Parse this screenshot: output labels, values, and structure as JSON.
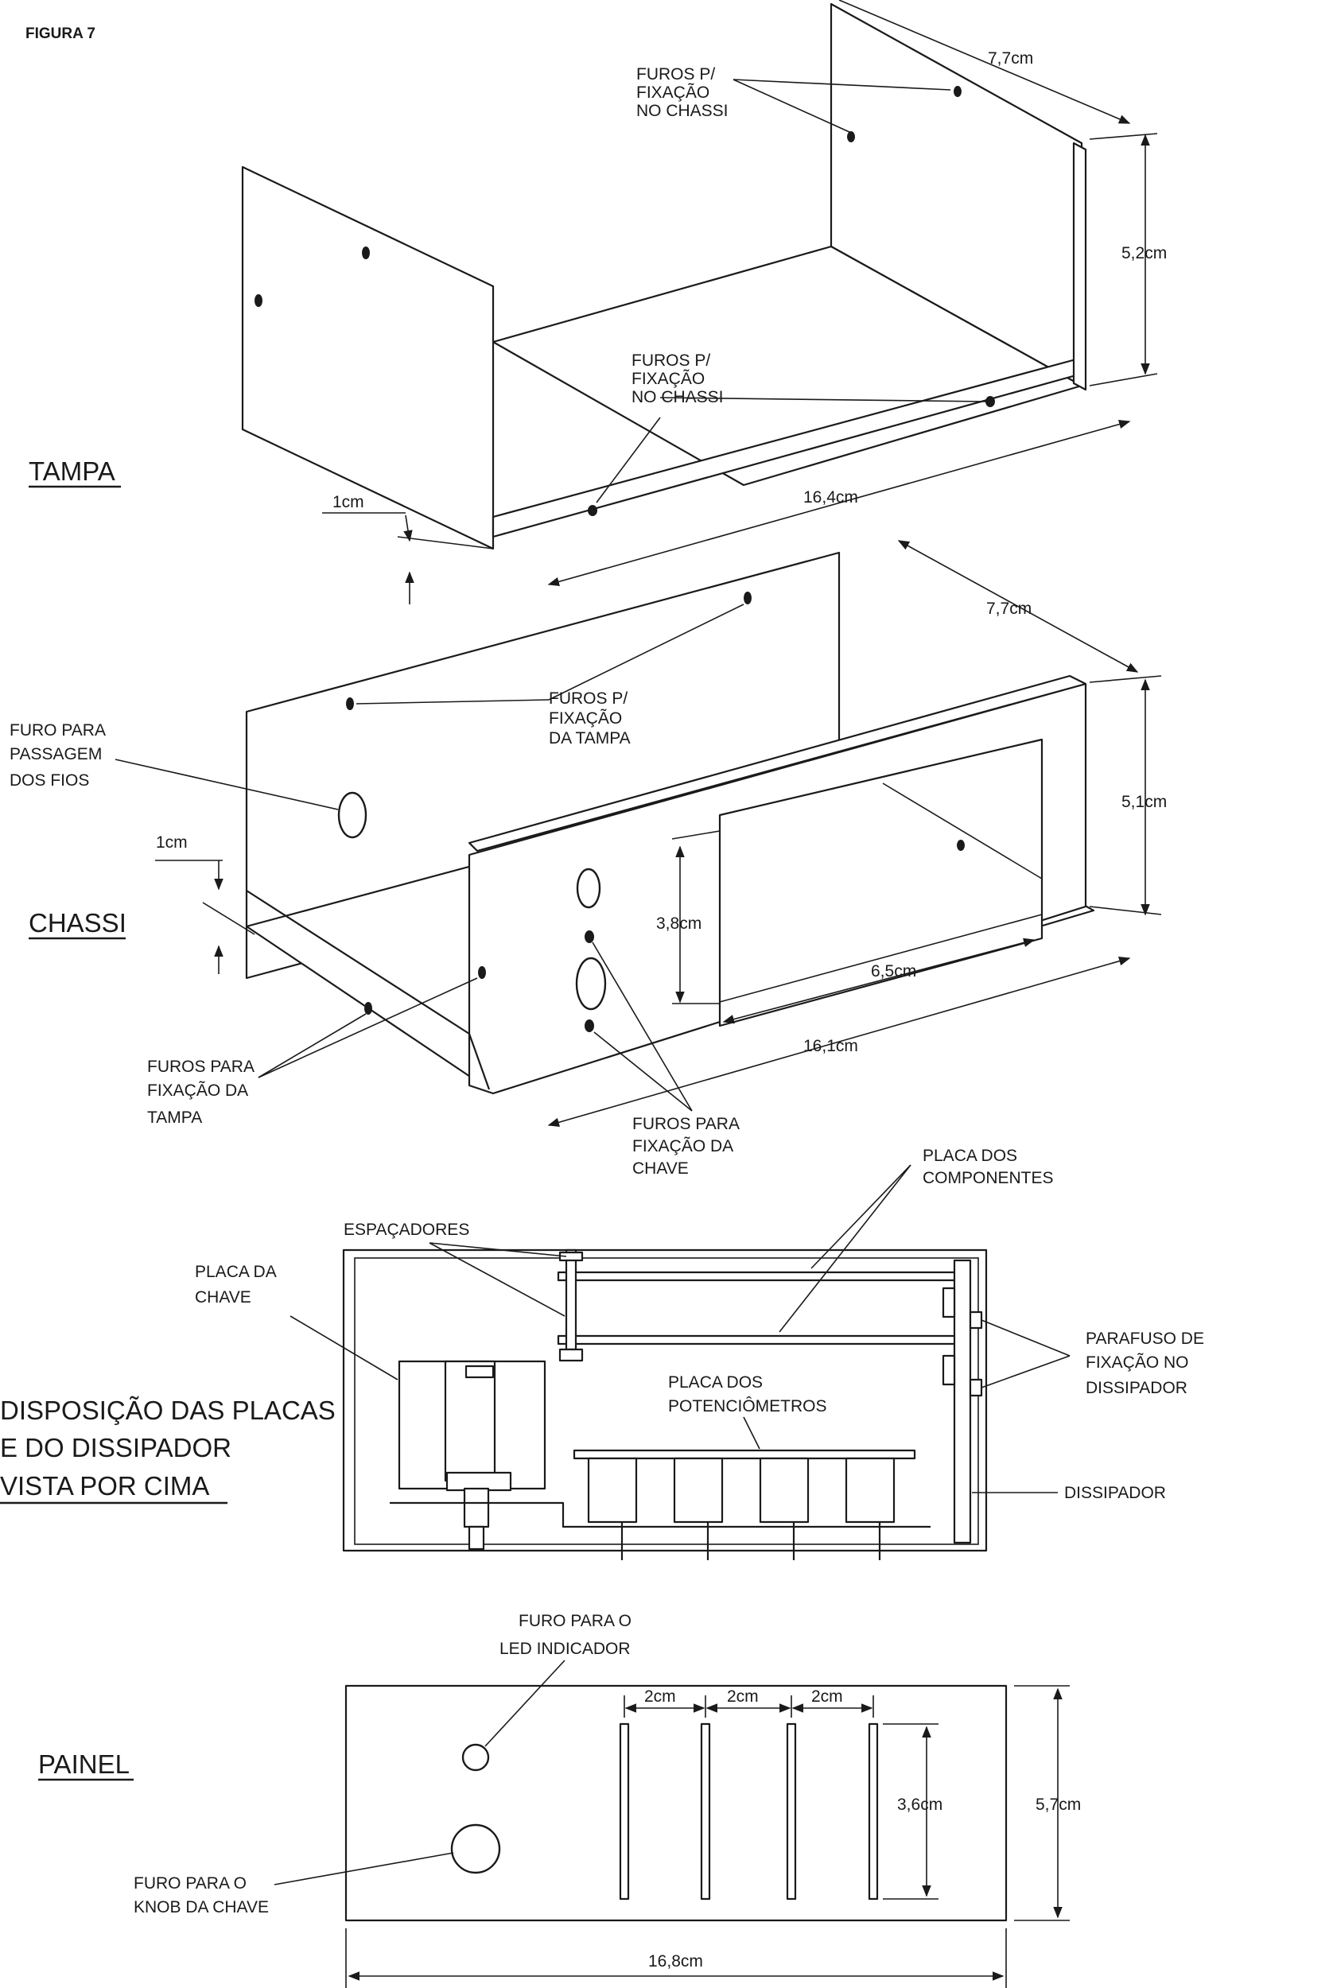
{
  "figure_label": "FIGURA 7",
  "tampa": {
    "title": "TAMPA",
    "dim_depth": "7,7cm",
    "dim_height": "5,2cm",
    "dim_width": "16,4cm",
    "dim_flange": "1cm",
    "holes_top": [
      "FUROS P/",
      "FIXAÇÃO",
      "NO CHASSI"
    ],
    "holes_bottom": [
      "FUROS P/",
      "FIXAÇÃO",
      "NO CHASSI"
    ]
  },
  "chassi": {
    "title": "CHASSI",
    "dim_depth": "7,7cm",
    "dim_height": "5,1cm",
    "dim_width": "16,1cm",
    "dim_flange": "1cm",
    "dim_window_h": "3,8cm",
    "dim_window_w": "6,5cm",
    "holes_tampa_top": [
      "FUROS P/",
      "FIXAÇÃO",
      "DA TAMPA"
    ],
    "wire_hole": [
      "FURO PARA",
      "PASSAGEM",
      "DOS FIOS"
    ],
    "holes_tampa_bottom": [
      "FUROS PARA",
      "FIXAÇÃO DA",
      "TAMPA"
    ],
    "holes_chave": [
      "FUROS PARA",
      "FIXAÇÃO DA",
      "CHAVE"
    ]
  },
  "disposicao": {
    "title": [
      "DISPOSIÇÃO DAS PLACAS",
      "E DO DISSIPADOR",
      "VISTA POR CIMA"
    ],
    "placa_componentes": [
      "PLACA DOS",
      "COMPONENTES"
    ],
    "espacadores": "ESPAÇADORES",
    "placa_chave": [
      "PLACA DA",
      "CHAVE"
    ],
    "placa_potenciometros": [
      "PLACA DOS",
      "POTENCIÔMETROS"
    ],
    "parafuso": [
      "PARAFUSO DE",
      "FIXAÇÃO NO",
      "DISSIPADOR"
    ],
    "dissipador": "DISSIPADOR"
  },
  "painel": {
    "title": "PAINEL",
    "led_hole": [
      "FURO PARA O",
      "LED INDICADOR"
    ],
    "knob_hole": [
      "FURO PARA O",
      "KNOB DA CHAVE"
    ],
    "spacing": [
      "2cm",
      "2cm",
      "2cm"
    ],
    "dim_slot": "3,6cm",
    "dim_height": "5,7cm",
    "dim_width": "16,8cm"
  },
  "colors": {
    "ink": "#1a1a1a",
    "paper": "#ffffff"
  }
}
